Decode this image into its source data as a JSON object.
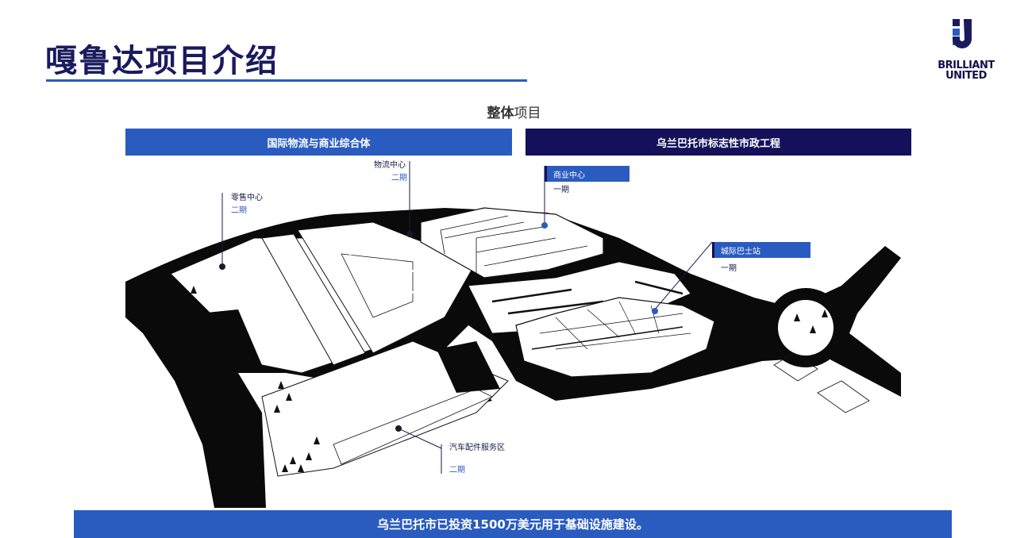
{
  "page": {
    "title": "嘎鲁达项目介绍",
    "subtitle_bold": "整体",
    "subtitle_rest": "项目"
  },
  "logo": {
    "line1": "BRILLIANT",
    "line2": "UNITED"
  },
  "bars": {
    "left": "国际物流与商业综合体",
    "right": "乌兰巴托市标志性市政工程"
  },
  "labels": {
    "logistics": {
      "name": "物流中心",
      "phase": "二期"
    },
    "retail": {
      "name": "零售中心",
      "phase": "二期"
    },
    "commercial": {
      "name": "商业中心",
      "phase": "一期"
    },
    "bus": {
      "name": "城际巴士站",
      "phase": "一期"
    },
    "auto": {
      "name": "汽车配件服务区",
      "phase": "二期"
    }
  },
  "footer": {
    "text": "乌兰巴托市已投资1500万美元用于基础设施建设。"
  },
  "colors": {
    "navy": "#15105a",
    "blue": "#2a5cbf"
  }
}
